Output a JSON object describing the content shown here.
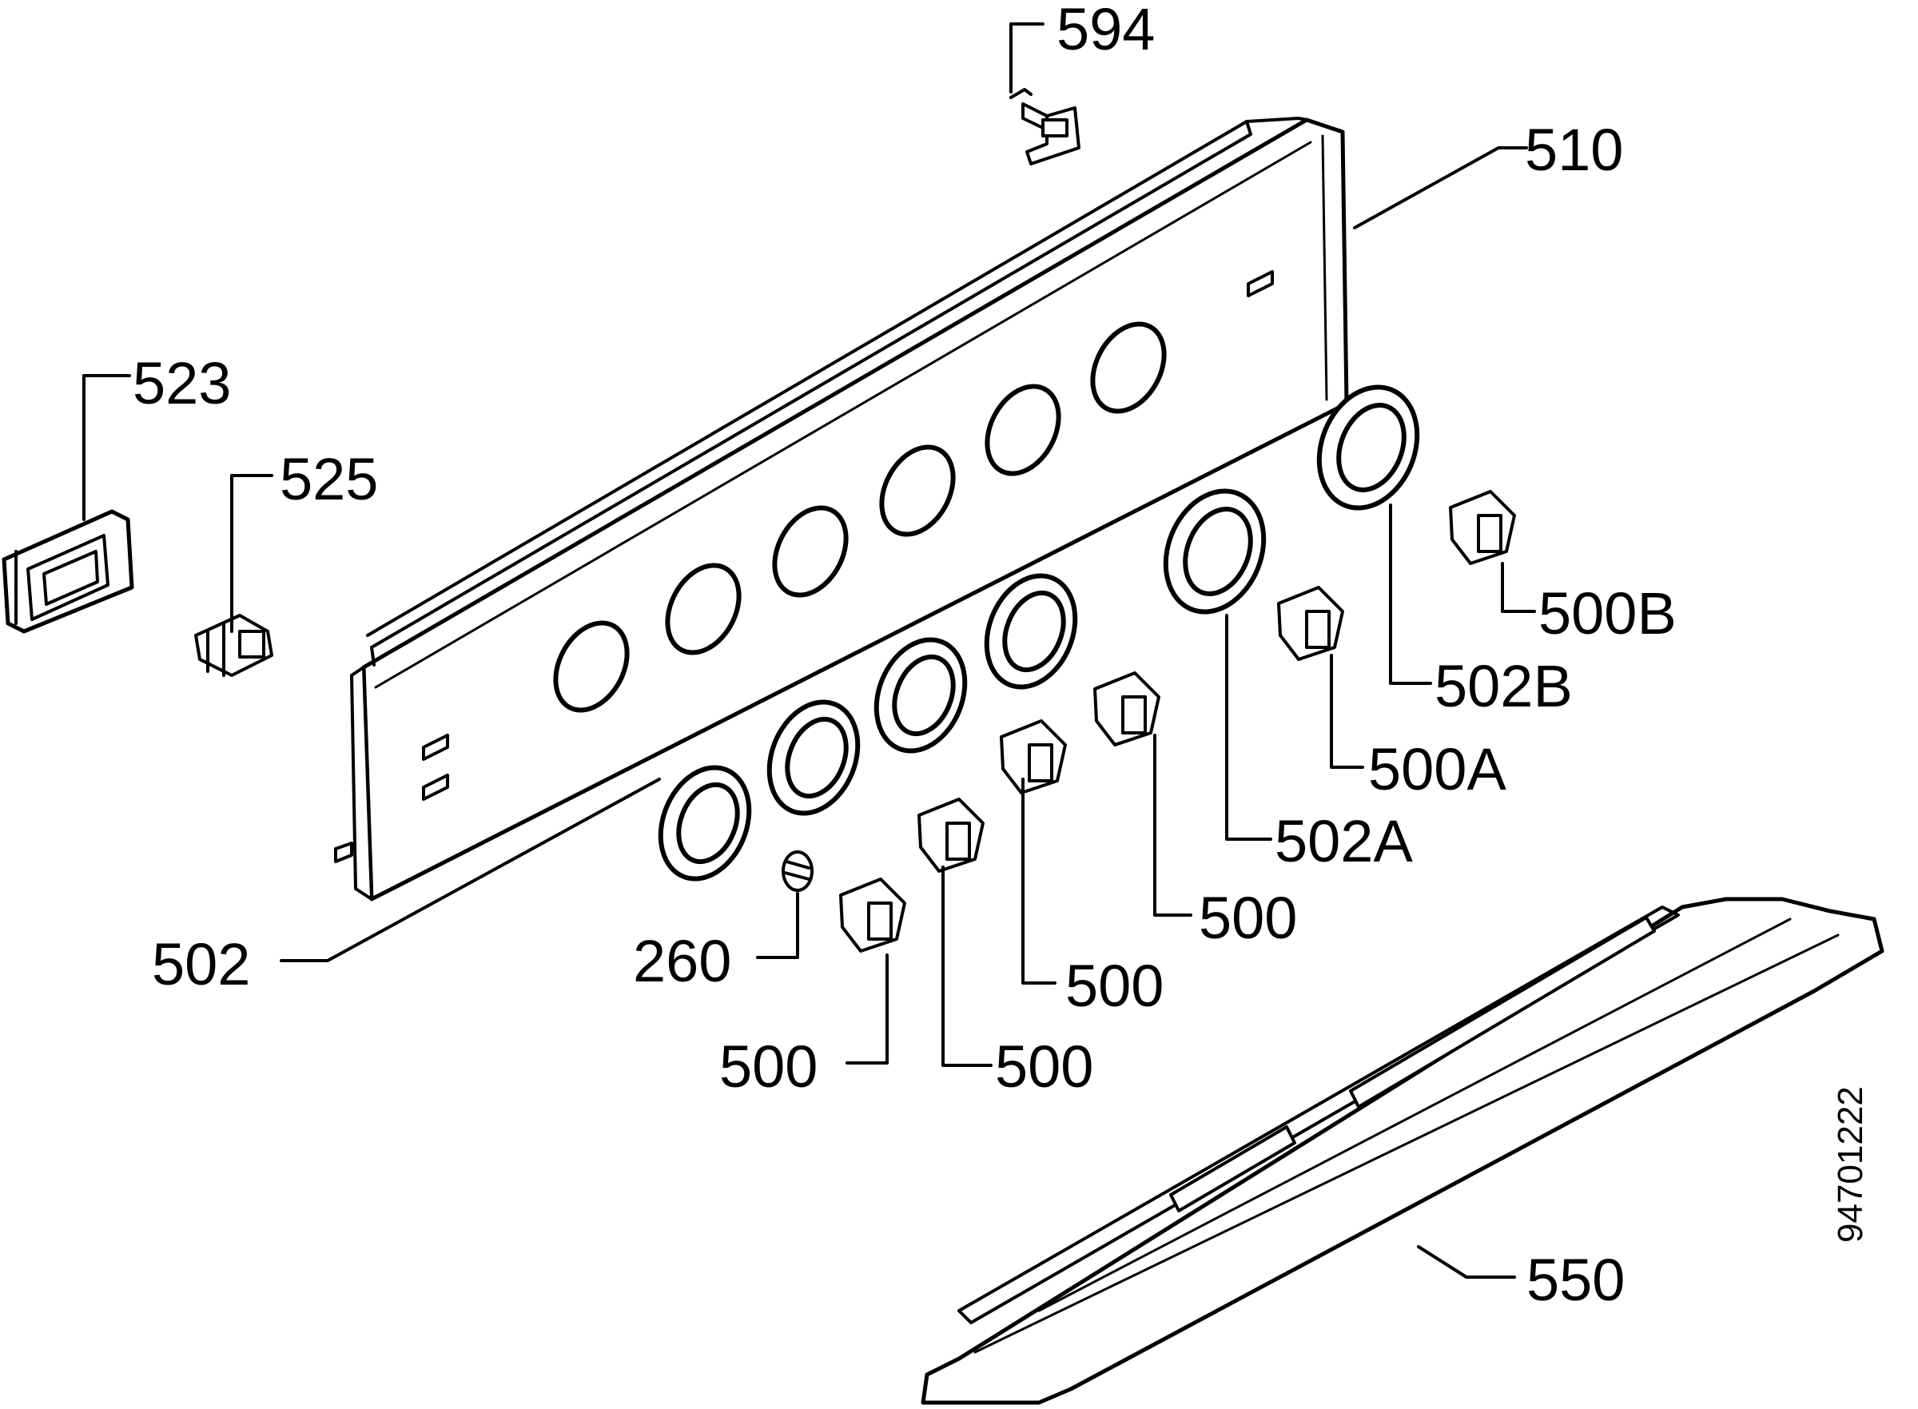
{
  "diagram": {
    "callouts": {
      "c594": "594",
      "c510": "510",
      "c523": "523",
      "c525": "525",
      "c500B": "500B",
      "c502B": "502B",
      "c500A": "500A",
      "c502A": "502A",
      "c500_d": "500",
      "c500_c": "500",
      "c502": "502",
      "c260": "260",
      "c500_a": "500",
      "c500_b": "500",
      "c550": "550"
    },
    "drawing_number": "94701222"
  }
}
